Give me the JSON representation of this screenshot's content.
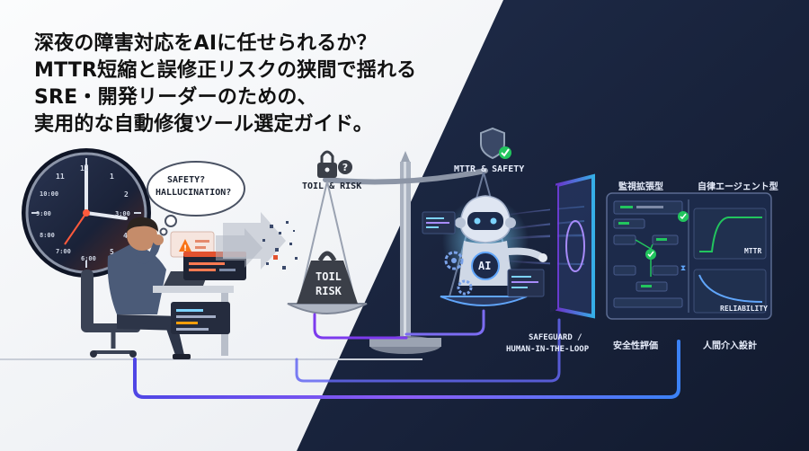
{
  "headline": {
    "line1": "深夜の障害対応をAIに任せられるか？",
    "line2": "MTTR短縮と誤修正リスクの狭間で揺れる",
    "line3": "SRE・開発リーダーのための、",
    "line4": "実用的な自動修復ツール選定ガイド。"
  },
  "clock": {
    "numbers": [
      "12",
      "1",
      "2",
      "3:00",
      "4",
      "5",
      "6:00",
      "7:00",
      "8:00",
      "9:00",
      "10:00",
      "11"
    ]
  },
  "thought_bubble": {
    "line1": "SAFETY?",
    "line2": "HALLUCINATION?"
  },
  "scale": {
    "left_label": "TOIL & RISK",
    "weight_line1": "TOIL",
    "weight_line2": "RISK",
    "right_label": "MTTR & SAFETY",
    "ai_badge": "AI"
  },
  "panel": {
    "left_title": "監視拡張型",
    "right_title": "自律エージェント型",
    "chart_top_label": "MTTR",
    "chart_bottom_label": "RELIABILITY"
  },
  "bottom_labels": {
    "safeguard_line1": "SAFEGUARD /",
    "safeguard_line2": "HUMAN-IN-THE-LOOP",
    "safety_eval": "安全性評価",
    "hitl_design": "人間介入設計"
  },
  "colors": {
    "dark_navy": "#16223d",
    "accent_blue": "#3b82f6",
    "accent_purple": "#8b5cf6",
    "alert_orange": "#f97316",
    "check_green": "#22c55e"
  }
}
